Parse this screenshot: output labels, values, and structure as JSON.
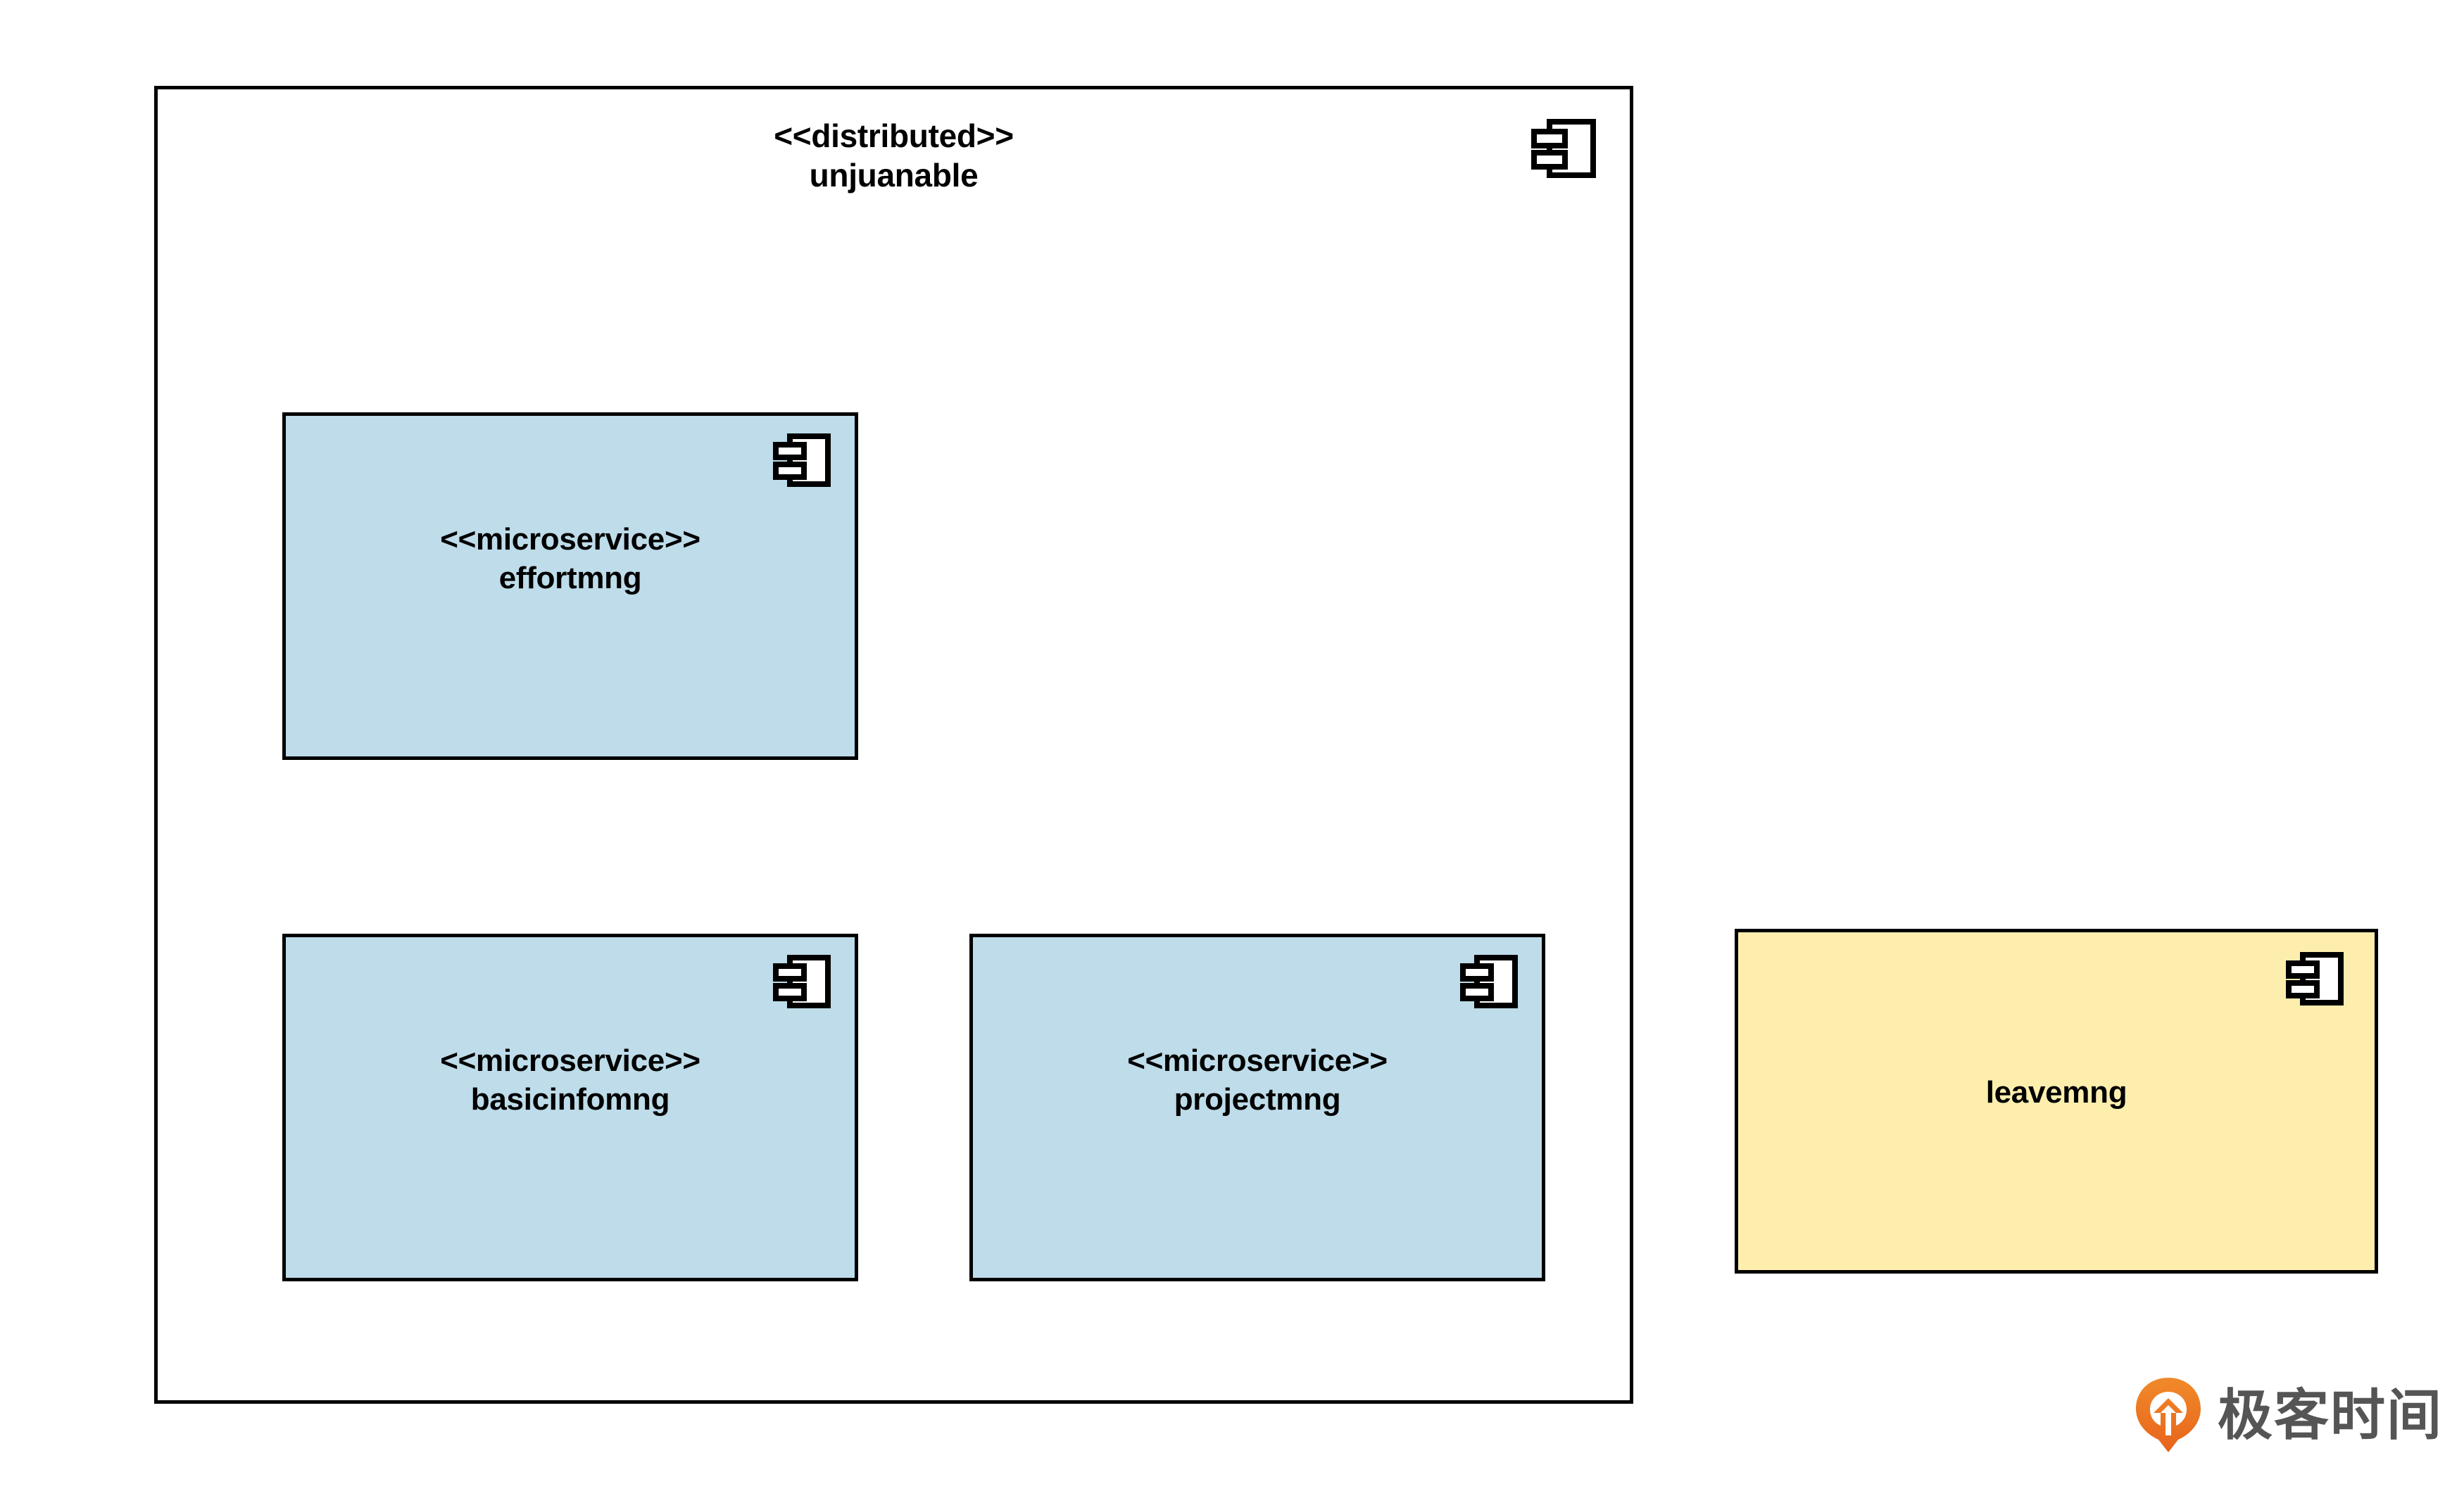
{
  "diagram": {
    "type": "uml-component-diagram",
    "background_color": "#ffffff",
    "stroke_color": "#000000"
  },
  "package": {
    "stereotype": "<<distributed>>",
    "name": "unjuanable",
    "fill_color": "#ffffff",
    "icon": "uml-component-icon"
  },
  "components": [
    {
      "id": "effortmng",
      "stereotype": "<<microservice>>",
      "name": "effortmng",
      "fill_color": "#bedce9",
      "inside_package": true,
      "icon": "uml-component-icon"
    },
    {
      "id": "basicinfomng",
      "stereotype": "<<microservice>>",
      "name": "basicinfomng",
      "fill_color": "#bedce9",
      "inside_package": true,
      "icon": "uml-component-icon"
    },
    {
      "id": "projectmng",
      "stereotype": "<<microservice>>",
      "name": "projectmng",
      "fill_color": "#bedce9",
      "inside_package": true,
      "icon": "uml-component-icon"
    },
    {
      "id": "leavemng",
      "stereotype": "",
      "name": "leavemng",
      "fill_color": "#fdeeae",
      "inside_package": false,
      "icon": "uml-component-icon"
    }
  ],
  "watermark": {
    "text": "极客时间",
    "logo_color": "#ef7820",
    "text_color": "#555555"
  }
}
